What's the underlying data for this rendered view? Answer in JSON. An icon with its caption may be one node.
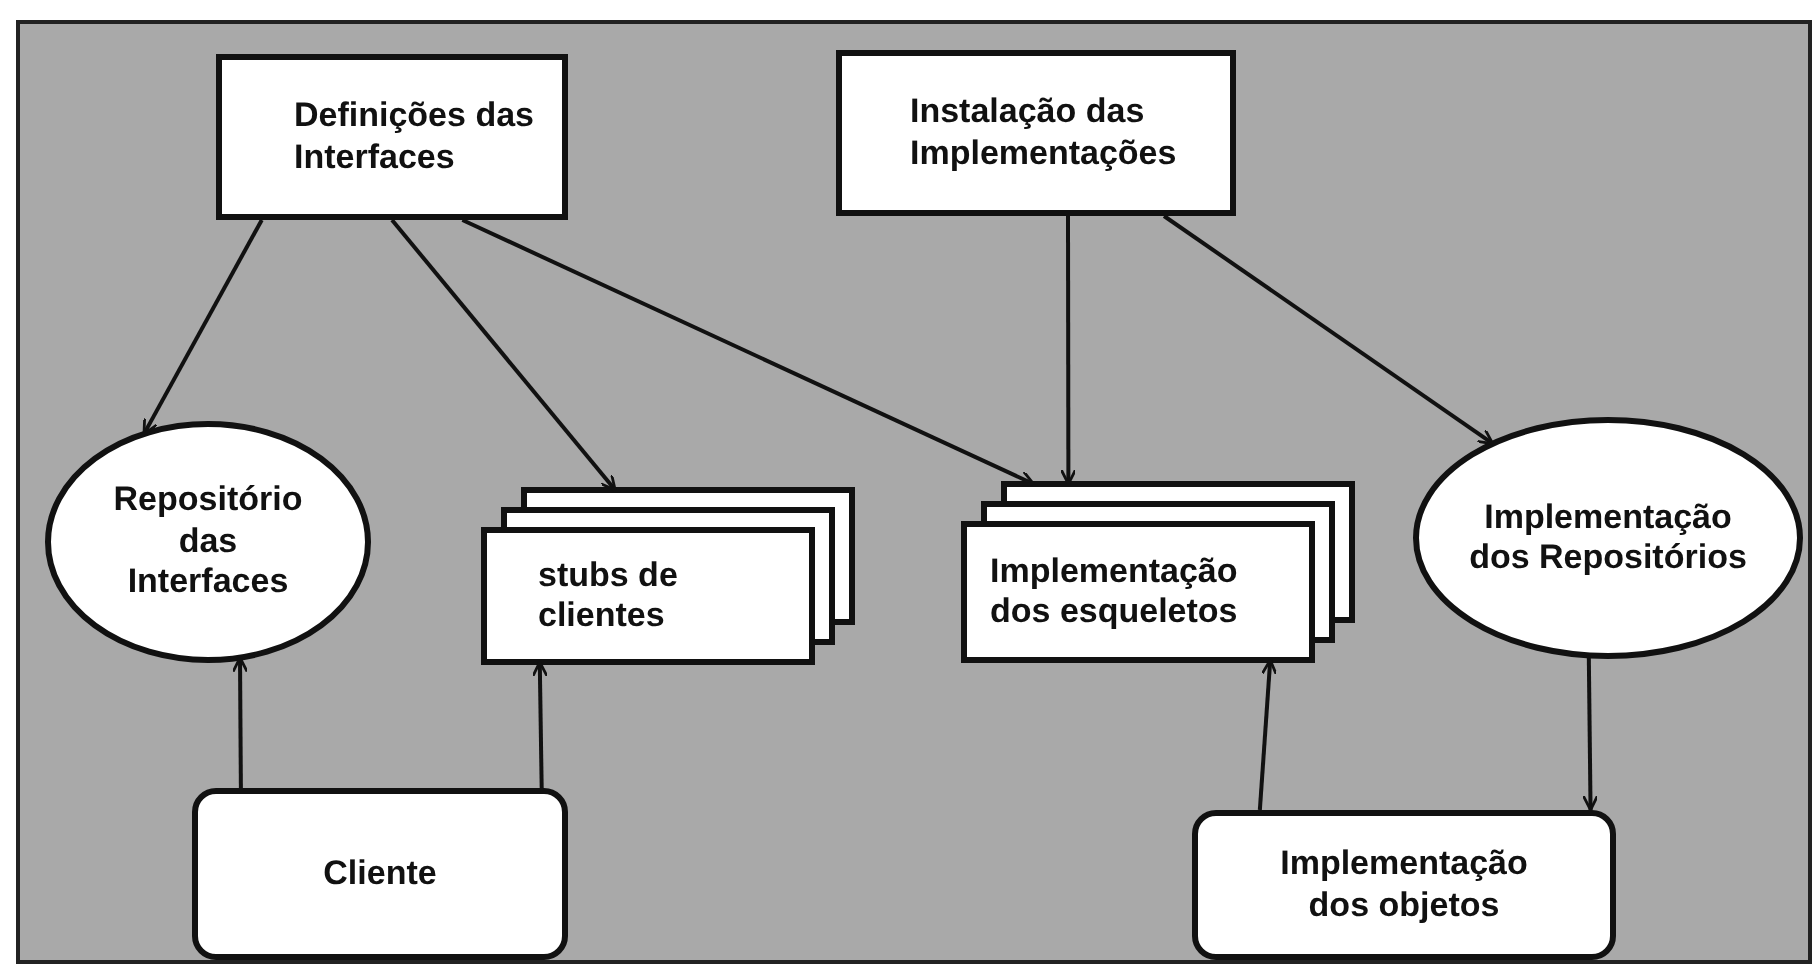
{
  "diagram": {
    "nodes": [
      {
        "text": [
          "Definições das Interfaces"
        ]
      },
      {
        "text": [
          "Instalação das Implementações"
        ]
      },
      {
        "text": [
          "Repositório das Interfaces"
        ]
      },
      {
        "text": [
          "stubs de clientes"
        ]
      },
      {
        "text": [
          "Implementação dos esqueletos"
        ]
      },
      {
        "text": [
          "Implementação dos Repositórios"
        ]
      },
      {
        "text": [
          "Cliente"
        ]
      },
      {
        "text": [
          "Implementação dos objetos"
        ]
      }
    ],
    "edges": [
      {
        "from": 0,
        "to": 2,
        "arrow": "to"
      },
      {
        "from": 0,
        "to": 3,
        "arrow": "to"
      },
      {
        "from": 0,
        "to": 4,
        "arrow": "to"
      },
      {
        "from": 1,
        "to": 4,
        "arrow": "to"
      },
      {
        "from": 1,
        "to": 5,
        "arrow": "to"
      },
      {
        "from": 6,
        "to": 2,
        "arrow": "to"
      },
      {
        "from": 6,
        "to": 3,
        "arrow": "to"
      },
      {
        "from": 7,
        "to": 4,
        "arrow": "to"
      },
      {
        "from": 5,
        "to": 7,
        "arrow": "to"
      }
    ]
  }
}
